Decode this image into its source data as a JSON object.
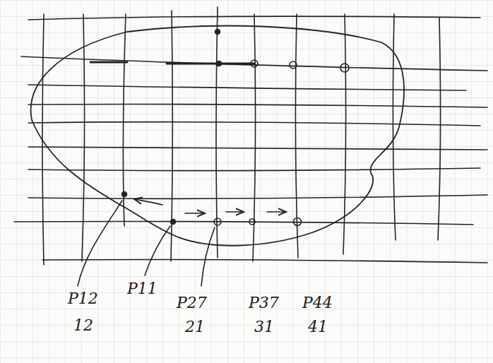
{
  "diagram": {
    "labels": [
      "P12",
      "12",
      "P11",
      "P27",
      "21",
      "P37",
      "31",
      "P44",
      "41"
    ]
  }
}
